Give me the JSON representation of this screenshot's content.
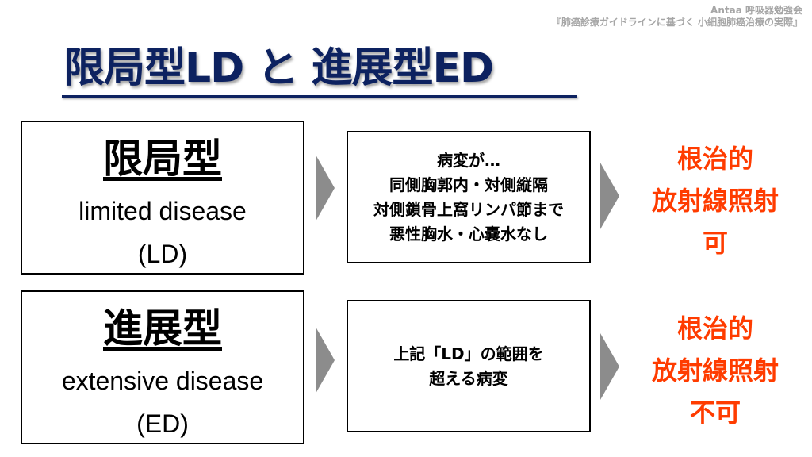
{
  "header": {
    "line1": "Antaa 呼吸器勉強会",
    "line2": "『肺癌診療ガイドラインに基づく 小細胞肺癌治療の実際』"
  },
  "title": "限局型LD と 進展型ED",
  "colors": {
    "title": "#0d2260",
    "verdict": "#ff3c00",
    "arrow": "#8c8c8c"
  },
  "rows": [
    {
      "name": "限局型",
      "english": "limited disease",
      "abbr": "(LD)",
      "criteria": [
        "病変が…",
        "同側胸郭内・対側縦隔",
        "対側鎖骨上窩リンパ節まで",
        "悪性胸水・心嚢水なし"
      ],
      "verdict": [
        "根治的",
        "放射線照射",
        "可"
      ]
    },
    {
      "name": "進展型",
      "english": "extensive disease",
      "abbr": "(ED)",
      "criteria": [
        "上記「LD」の範囲を",
        "超える病変"
      ],
      "verdict": [
        "根治的",
        "放射線照射",
        "不可"
      ]
    }
  ]
}
